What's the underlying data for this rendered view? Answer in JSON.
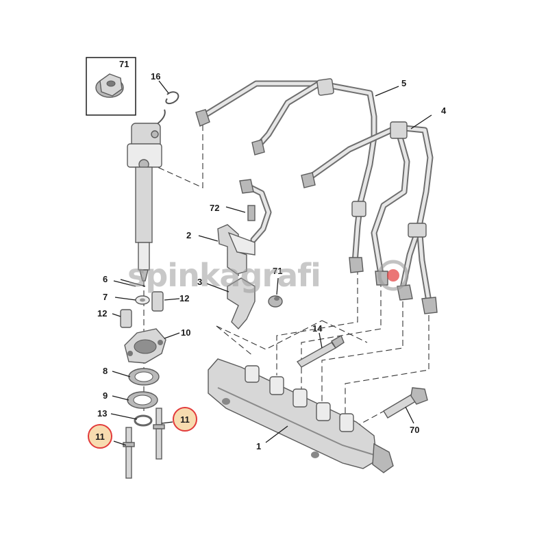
{
  "diagram": {
    "type": "exploded parts diagram",
    "callouts": [
      {
        "id": "c71a",
        "label": "71"
      },
      {
        "id": "c16",
        "label": "16"
      },
      {
        "id": "c5",
        "label": "5"
      },
      {
        "id": "c4",
        "label": "4"
      },
      {
        "id": "c72",
        "label": "72"
      },
      {
        "id": "c2",
        "label": "2"
      },
      {
        "id": "c6",
        "label": "6"
      },
      {
        "id": "c7",
        "label": "7"
      },
      {
        "id": "c12a",
        "label": "12"
      },
      {
        "id": "c12b",
        "label": "12"
      },
      {
        "id": "c3",
        "label": "3"
      },
      {
        "id": "c71b",
        "label": "71"
      },
      {
        "id": "c10",
        "label": "10"
      },
      {
        "id": "c14",
        "label": "14"
      },
      {
        "id": "c8",
        "label": "8"
      },
      {
        "id": "c9",
        "label": "9"
      },
      {
        "id": "c13",
        "label": "13"
      },
      {
        "id": "c11a",
        "label": "11"
      },
      {
        "id": "c11b",
        "label": "11"
      },
      {
        "id": "c1",
        "label": "1"
      },
      {
        "id": "c70",
        "label": "70"
      }
    ],
    "highlighted_callout_color": "#f7dcb0",
    "highlight_ring_color": "#e23a3a"
  },
  "watermark": {
    "text": "spinkagrafi",
    "color": "#9a9a9a",
    "accent_color": "#e23a3a"
  }
}
